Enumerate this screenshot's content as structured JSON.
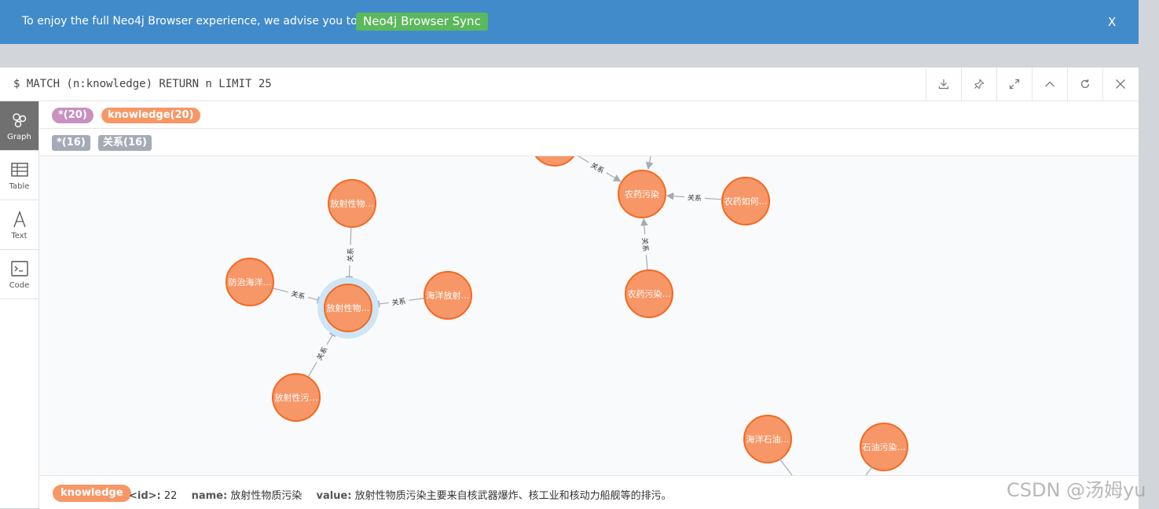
{
  "banner": {
    "text": "To enjoy the full Neo4j Browser experience, we advise you to use",
    "button": "Neo4j Browser Sync",
    "close": "X"
  },
  "command": "$ MATCH (n:knowledge) RETURN n LIMIT 25",
  "toolbar_icons": [
    "download-icon",
    "pin-icon",
    "expand-icon",
    "collapse-icon",
    "rerun-icon",
    "close-icon"
  ],
  "sidebar": {
    "items": [
      {
        "label": "Graph",
        "icon": "graph-icon",
        "active": true
      },
      {
        "label": "Table",
        "icon": "table-icon"
      },
      {
        "label": "Text",
        "icon": "text-icon"
      },
      {
        "label": "Code",
        "icon": "code-icon"
      }
    ]
  },
  "legend": {
    "node_all": "*(20)",
    "node_label": "knowledge(20)",
    "rel_all": "*(16)",
    "rel_type": "关系(16)"
  },
  "graph": {
    "node_color": "#f79767",
    "node_stroke": "#f36924",
    "edge_color": "#a5abb6",
    "edge_label": "关系",
    "nodes": [
      {
        "id": "n0",
        "label": "放射性物…"
      },
      {
        "id": "n1",
        "label": "防治海洋…"
      },
      {
        "id": "n2",
        "label": "放射性物…",
        "selected": true
      },
      {
        "id": "n3",
        "label": "海洋放射…"
      },
      {
        "id": "n4",
        "label": "放射性污…"
      },
      {
        "id": "n5",
        "label": "农药污染"
      },
      {
        "id": "n6",
        "label": "农药如何…"
      },
      {
        "id": "n7",
        "label": "农药污染…"
      },
      {
        "id": "n8",
        "label": "海洋石油…"
      },
      {
        "id": "n9",
        "label": "石油污染…"
      },
      {
        "id": "n10",
        "label": ""
      }
    ],
    "edges": [
      {
        "from": "n0",
        "to": "n2"
      },
      {
        "from": "n1",
        "to": "n2"
      },
      {
        "from": "n3",
        "to": "n2"
      },
      {
        "from": "n4",
        "to": "n2"
      },
      {
        "from": "n10",
        "to": "n5"
      },
      {
        "from": "n6",
        "to": "n5"
      },
      {
        "from": "n7",
        "to": "n5"
      }
    ]
  },
  "footer": {
    "label": "knowledge",
    "id_key": "<id>:",
    "id_value": "22",
    "name_key": "name:",
    "name_value": "放射性物质污染",
    "value_key": "value:",
    "value_value": "放射性物质污染主要来自核武器爆炸、核工业和核动力船舰等的排污。"
  },
  "watermark": "CSDN @汤姆yu"
}
